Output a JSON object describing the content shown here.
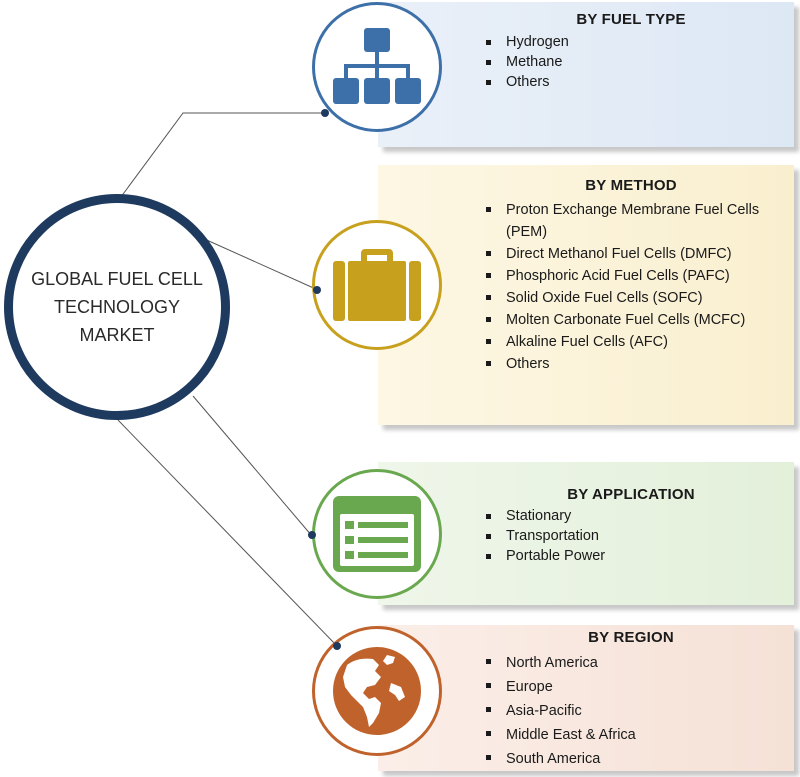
{
  "center": {
    "lines": [
      "GLOBAL FUEL CELL",
      "TECHNOLOGY",
      "MARKET"
    ]
  },
  "segments": [
    {
      "title": "BY FUEL TYPE",
      "icon": "hierarchy-icon",
      "color": "#3d6fa8",
      "items": [
        "Hydrogen",
        "Methane",
        "Others"
      ]
    },
    {
      "title": "BY METHOD",
      "icon": "briefcase-icon",
      "color": "#c7a01e",
      "items": [
        "Proton Exchange Membrane Fuel Cells (PEM)",
        "Direct Methanol Fuel Cells (DMFC)",
        "Phosphoric Acid Fuel Cells (PAFC)",
        "Solid Oxide Fuel Cells (SOFC)",
        "Molten Carbonate Fuel Cells (MCFC)",
        "Alkaline Fuel Cells (AFC)",
        "Others"
      ]
    },
    {
      "title": "BY APPLICATION",
      "icon": "list-window-icon",
      "color": "#6aa84f",
      "items": [
        "Stationary",
        "Transportation",
        "Portable Power"
      ]
    },
    {
      "title": "BY REGION",
      "icon": "globe-icon",
      "color": "#c0622b",
      "items": [
        "North America",
        "Europe",
        "Asia-Pacific",
        "Middle East & Africa",
        "South America"
      ]
    }
  ]
}
